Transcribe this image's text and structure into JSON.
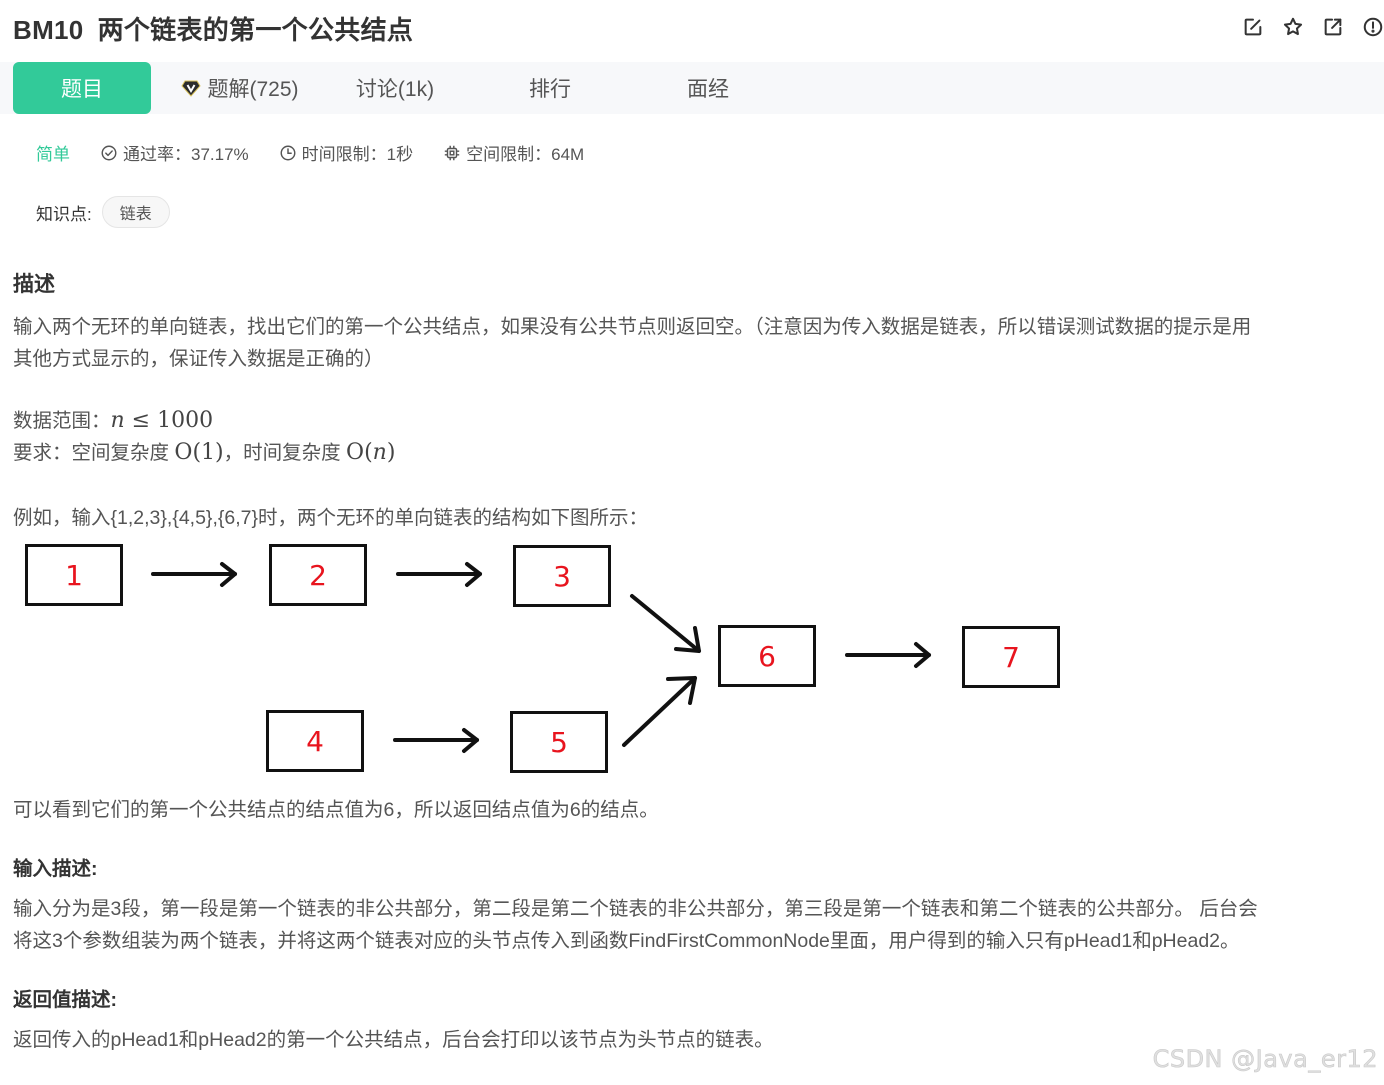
{
  "header": {
    "code": "BM10",
    "title": "两个链表的第一个公共结点",
    "icons": [
      "edit-icon",
      "star-icon",
      "share-icon",
      "report-icon"
    ]
  },
  "tabs": [
    {
      "label": "题目",
      "active": true
    },
    {
      "label": "题解(725)",
      "icon": "v-badge-icon"
    },
    {
      "label": "讨论(1k)"
    },
    {
      "label": "排行"
    },
    {
      "label": "面经"
    }
  ],
  "meta": {
    "difficulty": "简单",
    "pass_rate": "通过率：37.17%",
    "time_limit": "时间限制：1秒",
    "space_limit": "空间限制：64M"
  },
  "knowledge": {
    "label": "知识点:",
    "tags": [
      "链表"
    ]
  },
  "description": {
    "title": "描述",
    "line1": "输入两个无环的单向链表，找出它们的第一个公共结点，如果没有公共节点则返回空。（注意因为传入数据是链表，所以错误测试数据的提示是用",
    "line2": "其他方式显示的，保证传入数据是正确的）",
    "range_label": "数据范围：",
    "range_math_var": "n",
    "range_math_rest": " ≤ 1000",
    "req_label": "要求：空间复杂度 ",
    "req_space": "O(1)",
    "req_mid": "，时间复杂度 ",
    "req_time_pre": "O(",
    "req_time_var": "n",
    "req_time_post": ")",
    "example": "例如，输入{1,2,3},{4,5},{6,7}时，两个无环的单向链表的结构如下图所示：",
    "conclusion": "可以看到它们的第一个公共结点的结点值为6，所以返回结点值为6的结点。"
  },
  "diagram": {
    "nodes": [
      "1",
      "2",
      "3",
      "4",
      "5",
      "6",
      "7"
    ],
    "node_color": "#e8141e",
    "border_color": "#111111"
  },
  "input_desc": {
    "title": "输入描述:",
    "line1": "输入分为是3段，第一段是第一个链表的非公共部分，第二段是第二个链表的非公共部分，第三段是第一个链表和第二个链表的公共部分。 后台会",
    "line2": "将这3个参数组装为两个链表，并将这两个链表对应的头节点传入到函数FindFirstCommonNode里面，用户得到的输入只有pHead1和pHead2。"
  },
  "return_desc": {
    "title": "返回值描述:",
    "line1": "返回传入的pHead1和pHead2的第一个公共结点，后台会打印以该节点为头节点的链表。"
  },
  "watermark": "CSDN @Java_er12",
  "colors": {
    "accent": "#32ca99",
    "tab_bg": "#f7f8fa",
    "text": "#555555"
  }
}
